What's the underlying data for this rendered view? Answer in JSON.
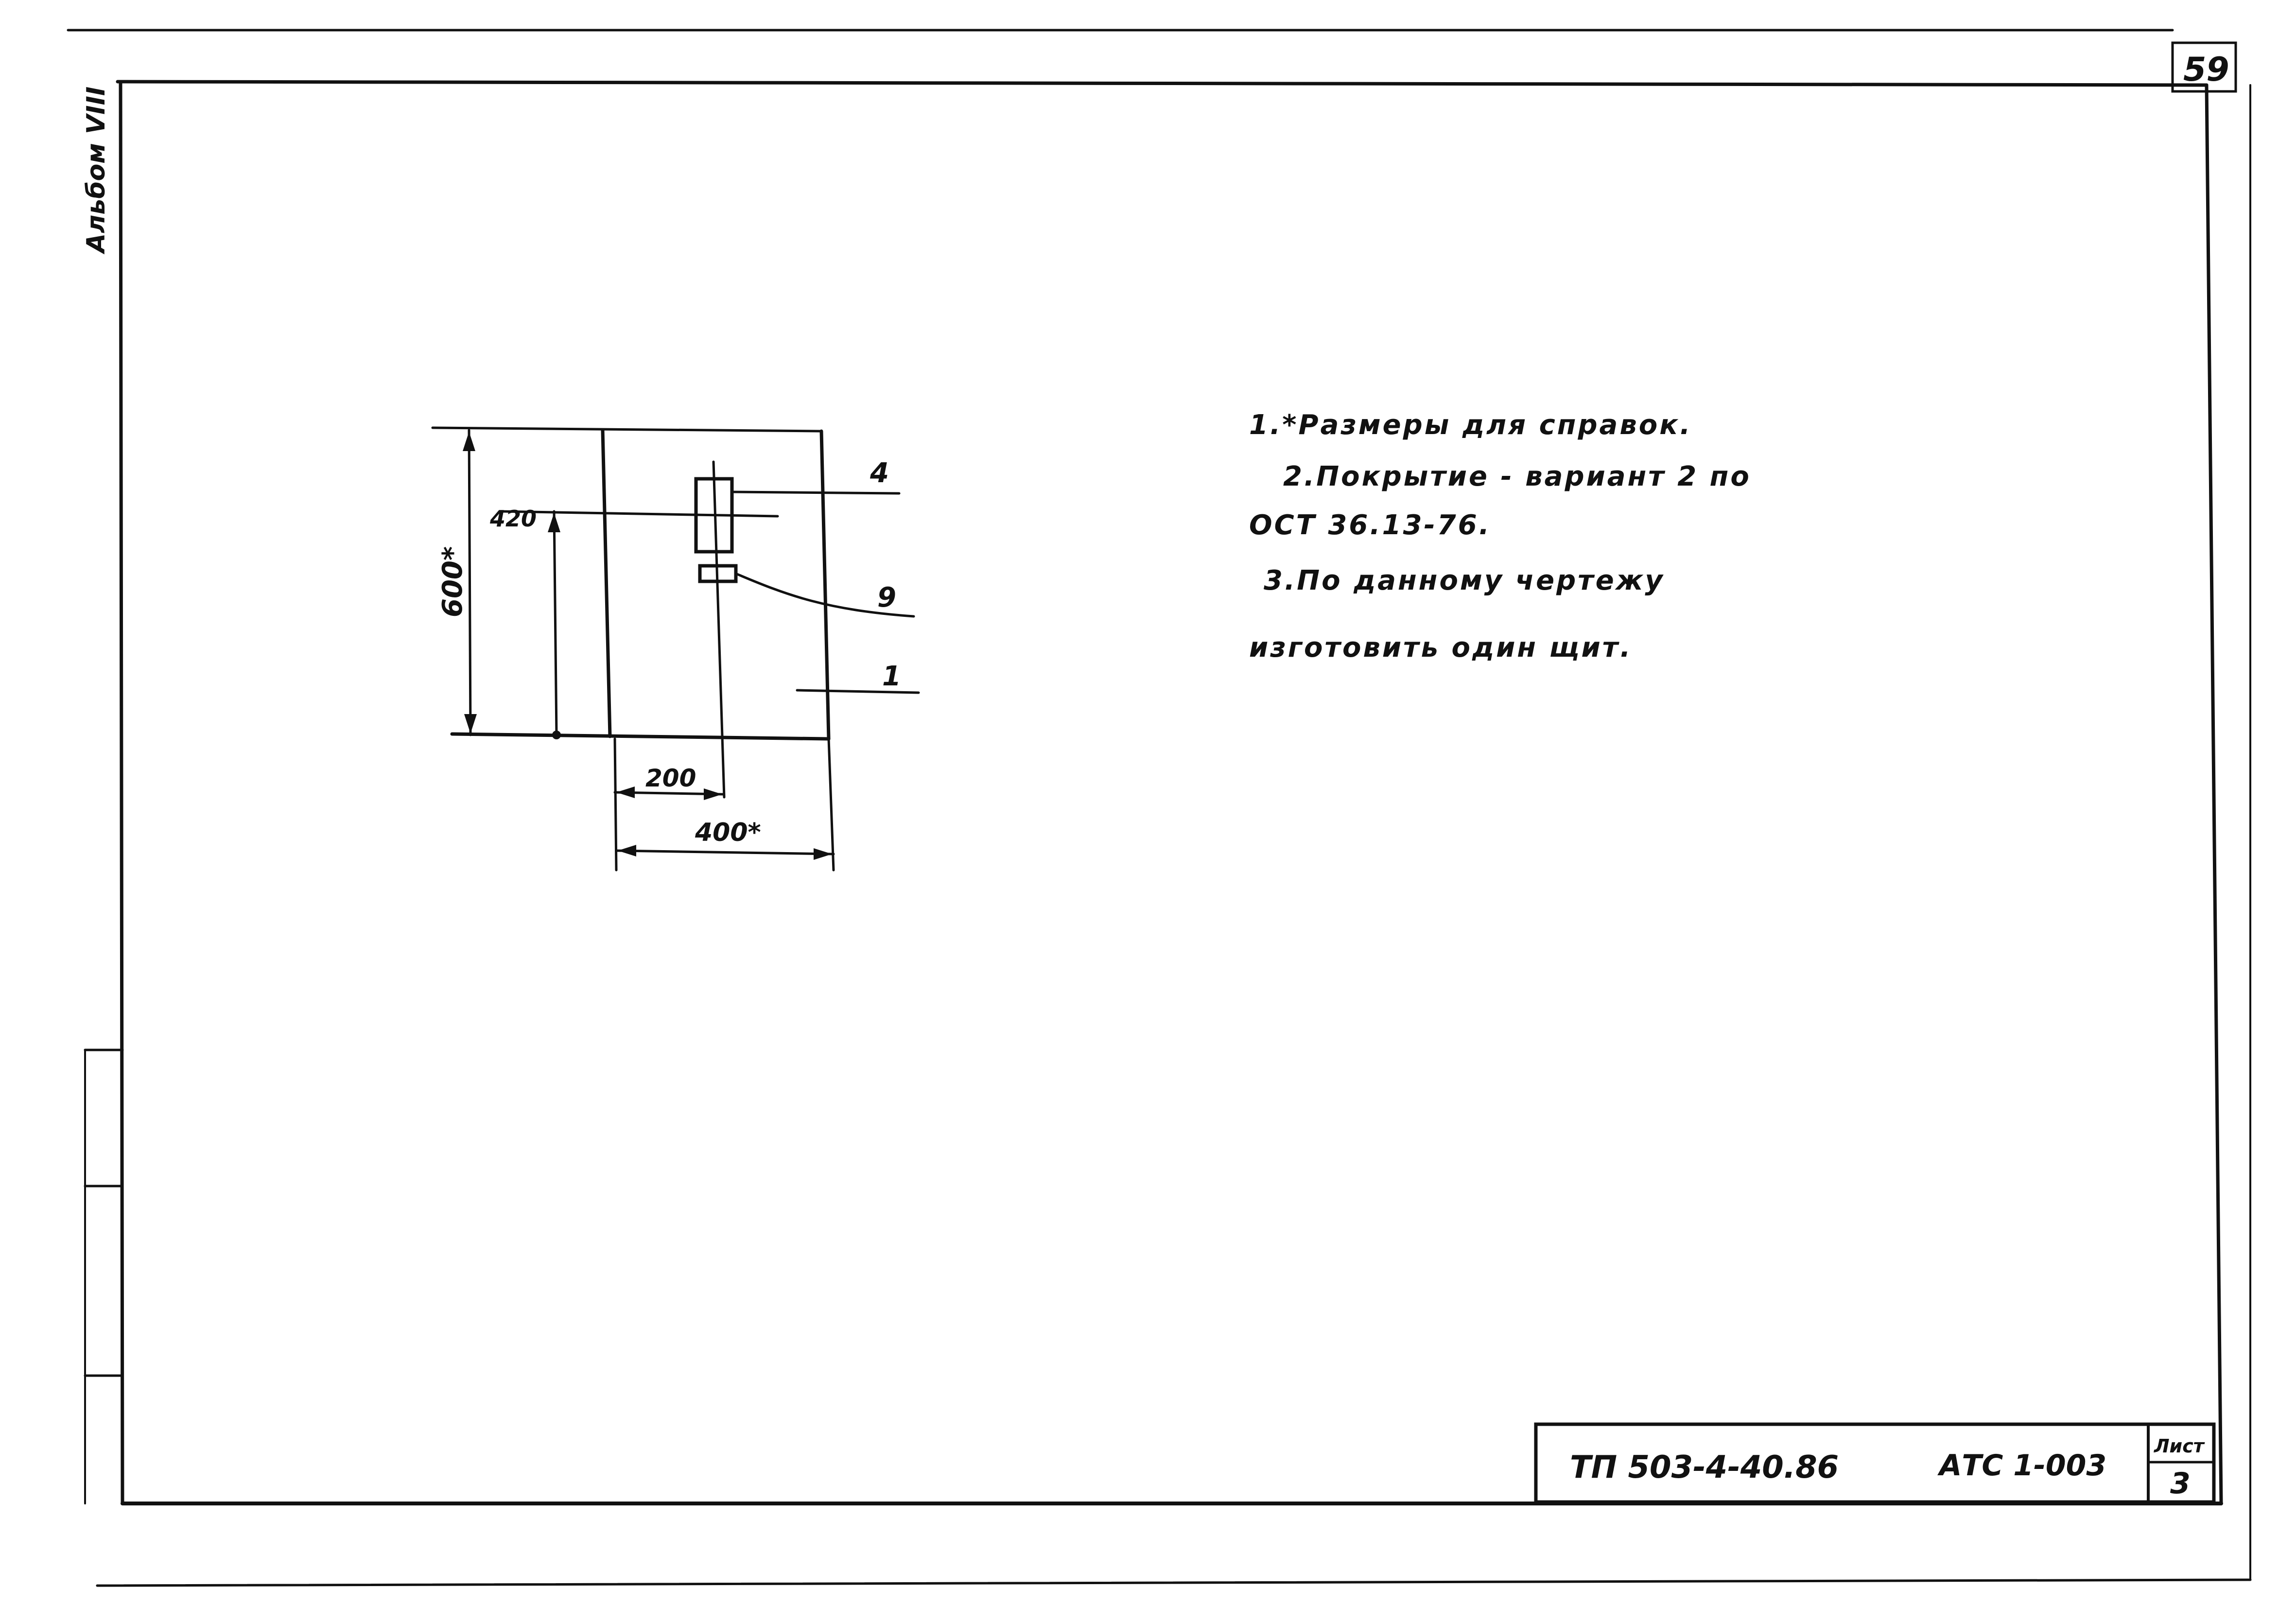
{
  "sheet": {
    "page_number": "59",
    "album_label": "Альбом VIII",
    "document_code": "ТП 503-4-40.86",
    "drawing_code": "АТС 1-003",
    "sheet_label": "Лист",
    "sheet_number": "3"
  },
  "drawing": {
    "dim_height": "600*",
    "dim_offset": "420",
    "dim_center": "200",
    "dim_width": "400*",
    "callouts": [
      "4",
      "9",
      "1"
    ]
  },
  "notes": [
    "1.*Размеры для справок.",
    "2.Покрытие - вариант 2 по",
    "ОСТ 36.13-76.",
    "3.По данному чертежу",
    "изготовить один щит."
  ]
}
